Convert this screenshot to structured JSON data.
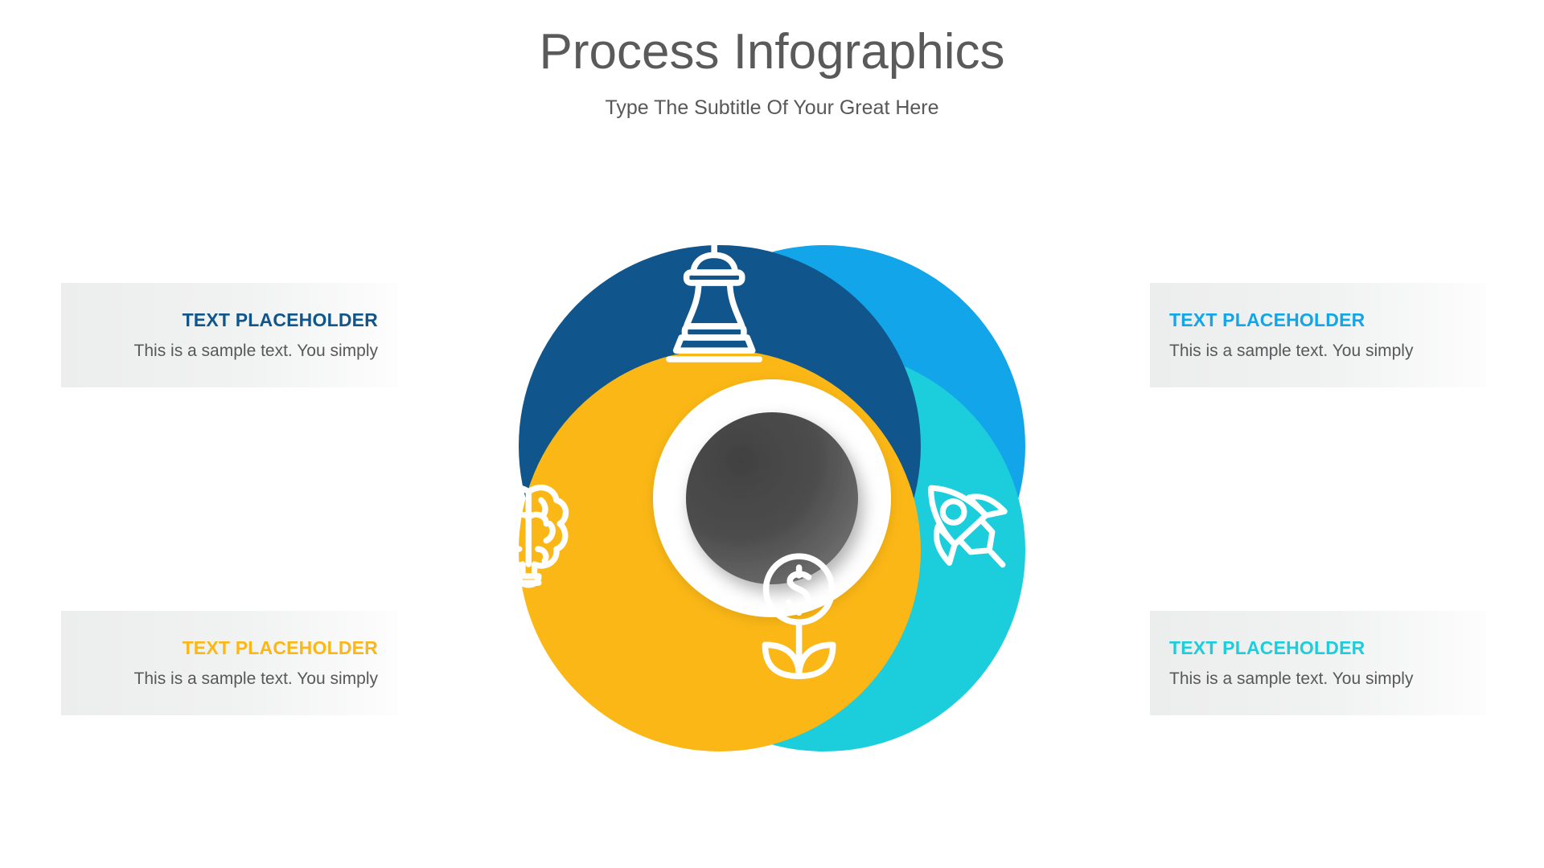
{
  "header": {
    "title": "Process Infographics",
    "subtitle": "Type The Subtitle Of Your Great Here"
  },
  "colors": {
    "navy": "#10558B",
    "blue": "#13A5E9",
    "cyan": "#1CCEDC",
    "amber": "#FBB715",
    "title_gray": "#5a5a5a",
    "body_gray": "#58585a",
    "card_bg_start": "#eceded",
    "card_bg_end": "#fdfdfd",
    "center_dark": "#3c3c3c",
    "center_light": "#6e6e6e",
    "inner_white": "#ffffff"
  },
  "cards": [
    {
      "id": "top-left",
      "title": "TEXT PLACEHOLDER",
      "body": "This is a sample text. You simply",
      "color": "#10558B",
      "align": "right"
    },
    {
      "id": "top-right",
      "title": "TEXT PLACEHOLDER",
      "body": "This is a sample text. You simply",
      "color": "#13A5E9",
      "align": "left"
    },
    {
      "id": "bottom-left",
      "title": "TEXT PLACEHOLDER",
      "body": "This is a sample text. You simply",
      "color": "#FBB715",
      "align": "right"
    },
    {
      "id": "bottom-right",
      "title": "TEXT PLACEHOLDER",
      "body": "This is a sample text. You simply",
      "color": "#1CCEDC",
      "align": "left"
    }
  ],
  "diagram": {
    "type": "pinwheel-overlapping-circles",
    "segment_count": 4,
    "segments": [
      {
        "id": "segment-navy",
        "icon": "chess-king-icon",
        "color": "#10558B",
        "position": "top-left",
        "linked_card": "top-left"
      },
      {
        "id": "segment-blue",
        "icon": "rocket-icon",
        "color": "#13A5E9",
        "position": "top-right",
        "linked_card": "top-right"
      },
      {
        "id": "segment-cyan",
        "icon": "money-plant-icon",
        "color": "#1CCEDC",
        "position": "bottom-right",
        "linked_card": "bottom-right"
      },
      {
        "id": "segment-amber",
        "icon": "brain-icon",
        "color": "#FBB715",
        "position": "bottom-left",
        "linked_card": "bottom-left"
      }
    ],
    "center": {
      "outer_ring": "white",
      "hub": "gray-gradient-circle"
    }
  }
}
